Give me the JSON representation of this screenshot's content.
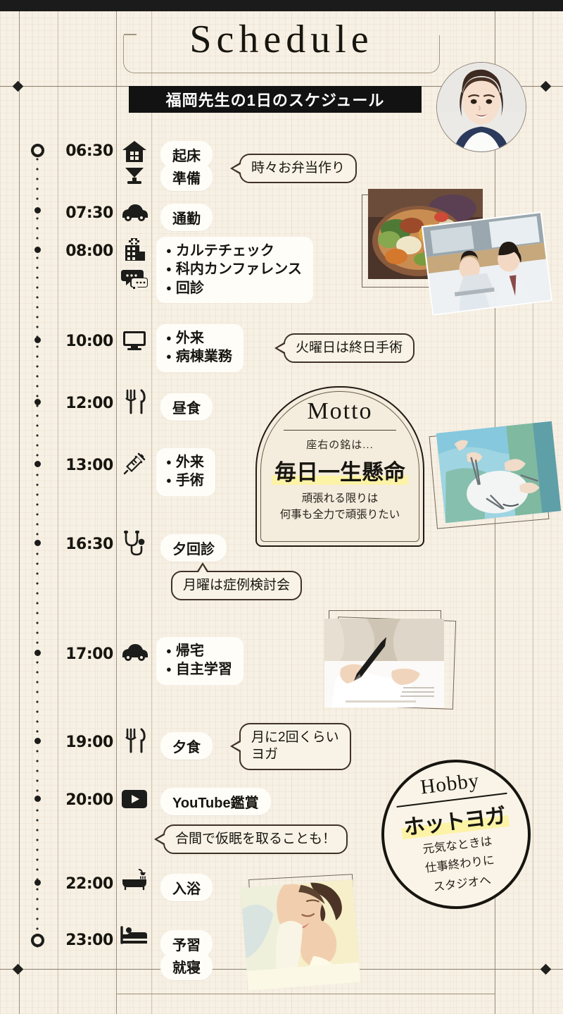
{
  "header": {
    "title": "Schedule",
    "subtitle": "福岡先生の1日のスケジュール",
    "portrait_alt": "doctor-portrait"
  },
  "timeline": [
    {
      "time": "06:30",
      "icons": [
        "house-icon",
        "makeup-icon"
      ],
      "labels": [
        "起床",
        "準備"
      ],
      "type": "pills"
    },
    {
      "time": "07:30",
      "icons": [
        "car-icon"
      ],
      "labels": [
        "通勤"
      ],
      "type": "pills"
    },
    {
      "time": "08:00",
      "icons": [
        "hospital-icon",
        "chat-icon"
      ],
      "labels": [
        "カルテチェック",
        "科内カンファレンス",
        "回診"
      ],
      "type": "card"
    },
    {
      "time": "10:00",
      "icons": [
        "monitor-icon"
      ],
      "labels": [
        "外来",
        "病棟業務"
      ],
      "type": "card"
    },
    {
      "time": "12:00",
      "icons": [
        "cutlery-icon"
      ],
      "labels": [
        "昼食"
      ],
      "type": "pills"
    },
    {
      "time": "13:00",
      "icons": [
        "syringe-icon"
      ],
      "labels": [
        "外来",
        "手術"
      ],
      "type": "card"
    },
    {
      "time": "16:30",
      "icons": [
        "stethoscope-icon"
      ],
      "labels": [
        "夕回診"
      ],
      "type": "pills"
    },
    {
      "time": "17:00",
      "icons": [
        "car-icon"
      ],
      "labels": [
        "帰宅",
        "自主学習"
      ],
      "type": "card"
    },
    {
      "time": "19:00",
      "icons": [
        "cutlery-icon"
      ],
      "labels": [
        "夕食"
      ],
      "type": "pills"
    },
    {
      "time": "20:00",
      "icons": [
        "youtube-icon"
      ],
      "labels": [
        "YouTube鑑賞"
      ],
      "type": "pills"
    },
    {
      "time": "22:00",
      "icons": [
        "bathtub-icon"
      ],
      "labels": [
        "入浴"
      ],
      "type": "pills"
    },
    {
      "time": "23:00",
      "icons": [
        "bed-icon"
      ],
      "labels": [
        "予習",
        "就寝"
      ],
      "type": "pills"
    }
  ],
  "bubbles": [
    {
      "id": "bento",
      "text": "時々お弁当作り",
      "tail": "left"
    },
    {
      "id": "tuesday",
      "text": "火曜日は終日手術",
      "tail": "left"
    },
    {
      "id": "monday",
      "text": "月曜は症例検討会",
      "tail": "up"
    },
    {
      "id": "yoga",
      "line1": "月に2回くらい",
      "line2": "ヨガ",
      "tail": "left"
    },
    {
      "id": "nap",
      "text": "合間で仮眠を取ることも！",
      "tail": "left"
    }
  ],
  "motto": {
    "title": "Motto",
    "lead": "座右の銘は...",
    "main": "毎日一生懸命",
    "foot_line1": "頑張れる限りは",
    "foot_line2": "何事も全力で頑張りたい"
  },
  "hobby": {
    "title": "Hobby",
    "main": "ホットヨガ",
    "foot_line1": "元気なときは",
    "foot_line2": "仕事終わりに",
    "foot_line3": "スタジオへ"
  },
  "photos": [
    {
      "name": "bento-photo"
    },
    {
      "name": "doctors-meeting-photo"
    },
    {
      "name": "surgery-photo"
    },
    {
      "name": "studying-photo"
    },
    {
      "name": "sleeping-photo"
    }
  ],
  "colors": {
    "paper": "#f7f0e4",
    "ink": "#17150f",
    "band": "#121212",
    "highlight": "#fdf3a6",
    "rule": "#8a7f6d",
    "bubble_border": "#403226"
  }
}
